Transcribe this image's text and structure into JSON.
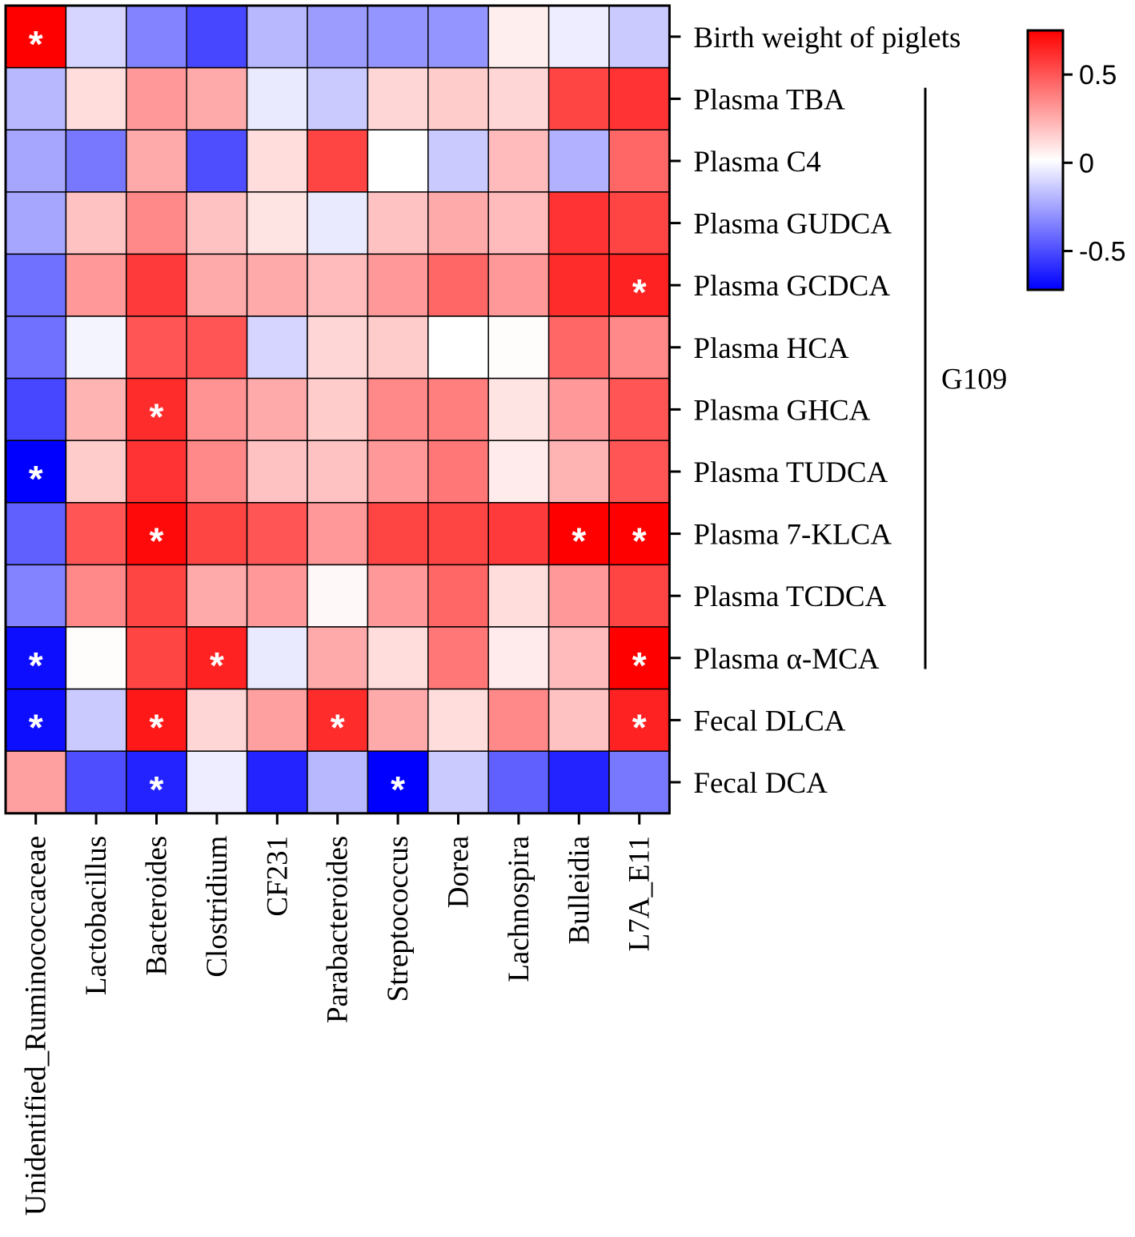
{
  "chart_data": {
    "type": "heatmap",
    "rows": [
      "Birth weight of piglets",
      "Plasma TBA",
      "Plasma C4",
      "Plasma GUDCA",
      "Plasma GCDCA",
      "Plasma HCA",
      "Plasma GHCA",
      "Plasma TUDCA",
      "Plasma 7-KLCA",
      "Plasma TCDCA",
      "Plasma α-MCA",
      "Fecal DLCA",
      "Fecal DCA"
    ],
    "columns": [
      "Unidentified_Ruminococcaceae",
      "Lactobacillus",
      "Bacteroides",
      "Clostridium",
      "CF231",
      "Parabacteroides",
      "Streptococcus",
      "Dorea",
      "Lachnospira",
      "Bulleidia",
      "L7A_E11"
    ],
    "values": [
      [
        0.75,
        -0.12,
        -0.35,
        -0.52,
        -0.2,
        -0.28,
        -0.3,
        -0.3,
        0.05,
        -0.05,
        -0.15
      ],
      [
        -0.2,
        0.1,
        0.3,
        0.25,
        -0.06,
        -0.15,
        0.12,
        0.15,
        0.12,
        0.55,
        0.6
      ],
      [
        -0.25,
        -0.38,
        0.25,
        -0.5,
        0.1,
        0.55,
        0.0,
        -0.15,
        0.2,
        -0.22,
        0.45
      ],
      [
        -0.25,
        0.18,
        0.35,
        0.18,
        0.08,
        -0.06,
        0.18,
        0.25,
        0.2,
        0.6,
        0.55
      ],
      [
        -0.4,
        0.3,
        0.58,
        0.25,
        0.25,
        0.2,
        0.3,
        0.45,
        0.3,
        0.62,
        0.65
      ],
      [
        -0.4,
        -0.03,
        0.5,
        0.5,
        -0.12,
        0.12,
        0.15,
        0.0,
        0.01,
        0.45,
        0.35
      ],
      [
        -0.52,
        0.22,
        0.62,
        0.32,
        0.25,
        0.15,
        0.35,
        0.38,
        0.08,
        0.3,
        0.5
      ],
      [
        -0.72,
        0.15,
        0.6,
        0.35,
        0.18,
        0.18,
        0.3,
        0.4,
        0.06,
        0.22,
        0.5
      ],
      [
        -0.45,
        0.5,
        0.72,
        0.55,
        0.5,
        0.3,
        0.55,
        0.55,
        0.58,
        0.75,
        0.75
      ],
      [
        -0.35,
        0.35,
        0.55,
        0.25,
        0.3,
        0.02,
        0.3,
        0.45,
        0.1,
        0.3,
        0.55
      ],
      [
        -0.68,
        0.01,
        0.55,
        0.65,
        -0.06,
        0.25,
        0.1,
        0.4,
        0.06,
        0.2,
        0.75
      ],
      [
        -0.68,
        -0.15,
        0.68,
        0.12,
        0.28,
        0.62,
        0.25,
        0.1,
        0.35,
        0.18,
        0.65
      ],
      [
        0.28,
        -0.5,
        -0.62,
        -0.05,
        -0.62,
        -0.2,
        -0.72,
        -0.15,
        -0.45,
        -0.62,
        -0.38
      ]
    ],
    "significant": [
      [
        0,
        0
      ],
      [
        6,
        2
      ],
      [
        7,
        0
      ],
      [
        4,
        10
      ],
      [
        8,
        2
      ],
      [
        8,
        9
      ],
      [
        8,
        10
      ],
      [
        10,
        0
      ],
      [
        10,
        3
      ],
      [
        10,
        10
      ],
      [
        11,
        0
      ],
      [
        11,
        2
      ],
      [
        11,
        5
      ],
      [
        11,
        10
      ],
      [
        12,
        2
      ],
      [
        12,
        6
      ]
    ],
    "significance_marker": "*",
    "colorbar": {
      "range": [
        -0.72,
        0.75
      ],
      "ticks": [
        0.5,
        0,
        -0.5
      ],
      "tick_labels": [
        "0.5",
        "0",
        "-0.5"
      ],
      "low_color": "#0000ff",
      "mid_color": "#ffffff",
      "high_color": "#ff0000"
    },
    "row_group": {
      "label": "G109",
      "rows": [
        "Plasma TBA",
        "Plasma α-MCA"
      ]
    }
  }
}
